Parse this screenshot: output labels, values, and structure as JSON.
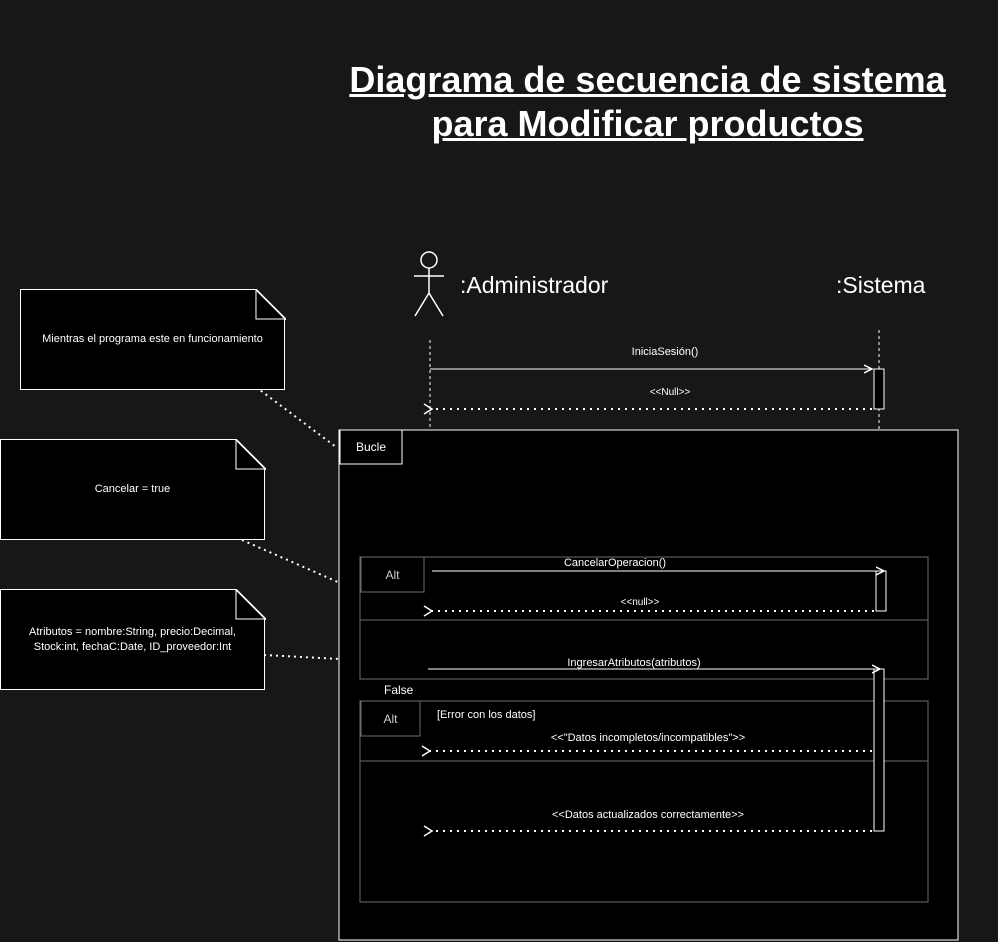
{
  "title": {
    "line1": "Diagrama de secuencia de sistema",
    "line2": "para Modificar productos"
  },
  "lifelines": {
    "actor": ":Administrador",
    "system": ":Sistema"
  },
  "notes": {
    "loop_condition": "Mientras el programa este en funcionamiento",
    "cancel_condition": "Cancelar = true",
    "attributes_line1": "Atributos = nombre:String, precio:Decimal,",
    "attributes_line2": "Stock:int, fechaC:Date, ID_proveedor:Int"
  },
  "frames": {
    "loop": "Bucle",
    "alt1": "Alt",
    "alt2": "Alt",
    "false_label": "False",
    "guard_error": "[Error con los datos]"
  },
  "messages": {
    "inicia_sesion": "IniciaSesión()",
    "null_return": "<<Null>>",
    "cancelar_operacion": "CancelarOperacion()",
    "null_return2": "<<null>>",
    "ingresar_atributos": "IngresarAtributos(atributos)",
    "datos_incompletos": "<<\"Datos incompletos/incompatibles\">>",
    "datos_actualizados": "<<Datos actualizados correctamente>>"
  },
  "colors": {
    "background": "#171717",
    "foreground": "#ffffff",
    "box": "#000000"
  }
}
